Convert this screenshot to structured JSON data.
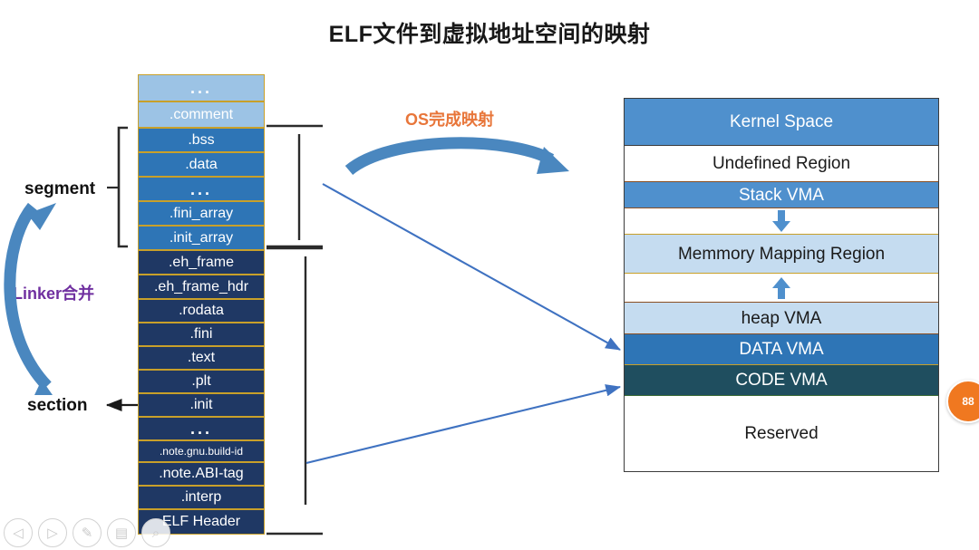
{
  "title": "ELF文件到虚拟地址空间的映射",
  "labels": {
    "segment": "segment",
    "section": "section",
    "linker": "Linker合并",
    "os_mapping": "OS完成映射"
  },
  "colors": {
    "elf_light": "#9CC3E5",
    "elf_mid": "#2E75B6",
    "elf_dark": "#1F3864",
    "elf_border": "#c8a02a",
    "vm_kernel": "#4F90CD",
    "vm_light": "#C5DCF0",
    "vm_data": "#2E75B6",
    "vm_code": "#1F4E5F",
    "arrow_blue": "#3F72C1",
    "curve_blue": "#4A87BF",
    "orange_text": "#E8763A",
    "purple_text": "#7030A0",
    "badge_orange": "#F07820"
  },
  "elf_file": {
    "blocks": [
      {
        "label": "...",
        "tone": "light",
        "height": 30,
        "style": "dots"
      },
      {
        "label": ".comment",
        "tone": "light",
        "height": 29,
        "style": "normal"
      },
      {
        "label": ".bss",
        "tone": "mid",
        "height": 27,
        "style": "normal"
      },
      {
        "label": ".data",
        "tone": "mid",
        "height": 27,
        "style": "normal"
      },
      {
        "label": "...",
        "tone": "mid",
        "height": 27,
        "style": "dots"
      },
      {
        "label": ".fini_array",
        "tone": "mid",
        "height": 27,
        "style": "normal"
      },
      {
        "label": ".init_array",
        "tone": "mid",
        "height": 27,
        "style": "normal"
      },
      {
        "label": ".eh_frame",
        "tone": "dark",
        "height": 27,
        "style": "normal"
      },
      {
        "label": ".eh_frame_hdr",
        "tone": "dark",
        "height": 27,
        "style": "normal"
      },
      {
        "label": ".rodata",
        "tone": "dark",
        "height": 26,
        "style": "normal"
      },
      {
        "label": ".fini",
        "tone": "dark",
        "height": 26,
        "style": "normal"
      },
      {
        "label": ".text",
        "tone": "dark",
        "height": 26,
        "style": "normal"
      },
      {
        "label": ".plt",
        "tone": "dark",
        "height": 26,
        "style": "normal"
      },
      {
        "label": ".init",
        "tone": "dark",
        "height": 26,
        "style": "normal"
      },
      {
        "label": "...",
        "tone": "dark",
        "height": 26,
        "style": "dots"
      },
      {
        "label": ".note.gnu.build-id",
        "tone": "dark",
        "height": 24,
        "style": "small"
      },
      {
        "label": ".note.ABI-tag",
        "tone": "dark",
        "height": 26,
        "style": "normal"
      },
      {
        "label": ".interp",
        "tone": "dark",
        "height": 26,
        "style": "normal"
      },
      {
        "label": "ELF Header",
        "tone": "dark",
        "height": 28,
        "style": "normal"
      }
    ]
  },
  "virtual_memory": {
    "blocks": [
      {
        "label": "Kernel Space",
        "variant": "kernel",
        "height": 52,
        "arrow": "none"
      },
      {
        "label": "Undefined Region",
        "variant": "white",
        "height": 39,
        "arrow": "none"
      },
      {
        "label": "Stack  VMA",
        "variant": "stack",
        "height": 30,
        "arrow": "none"
      },
      {
        "label": "",
        "variant": "gap",
        "height": 28,
        "arrow": "down"
      },
      {
        "label": "Memmory Mapping Region",
        "variant": "mmap",
        "height": 44,
        "arrow": "none"
      },
      {
        "label": "",
        "variant": "gap",
        "height": 31,
        "arrow": "up"
      },
      {
        "label": "heap  VMA",
        "variant": "heap",
        "height": 36,
        "arrow": "none"
      },
      {
        "label": "DATA  VMA",
        "variant": "data",
        "height": 34,
        "arrow": "none"
      },
      {
        "label": "CODE  VMA",
        "variant": "code",
        "height": 34,
        "arrow": "none"
      },
      {
        "label": "Reserved",
        "variant": "reserved",
        "height": 83,
        "arrow": "none"
      }
    ]
  },
  "toolbar": {
    "buttons": [
      {
        "name": "prev-slide-button",
        "glyph": "◁"
      },
      {
        "name": "next-slide-button",
        "glyph": "▷"
      },
      {
        "name": "pen-tool-button",
        "glyph": "✎"
      },
      {
        "name": "slide-view-button",
        "glyph": "▤"
      },
      {
        "name": "zoom-tool-button",
        "glyph": "⌕"
      }
    ]
  },
  "badge": {
    "text": "88"
  }
}
